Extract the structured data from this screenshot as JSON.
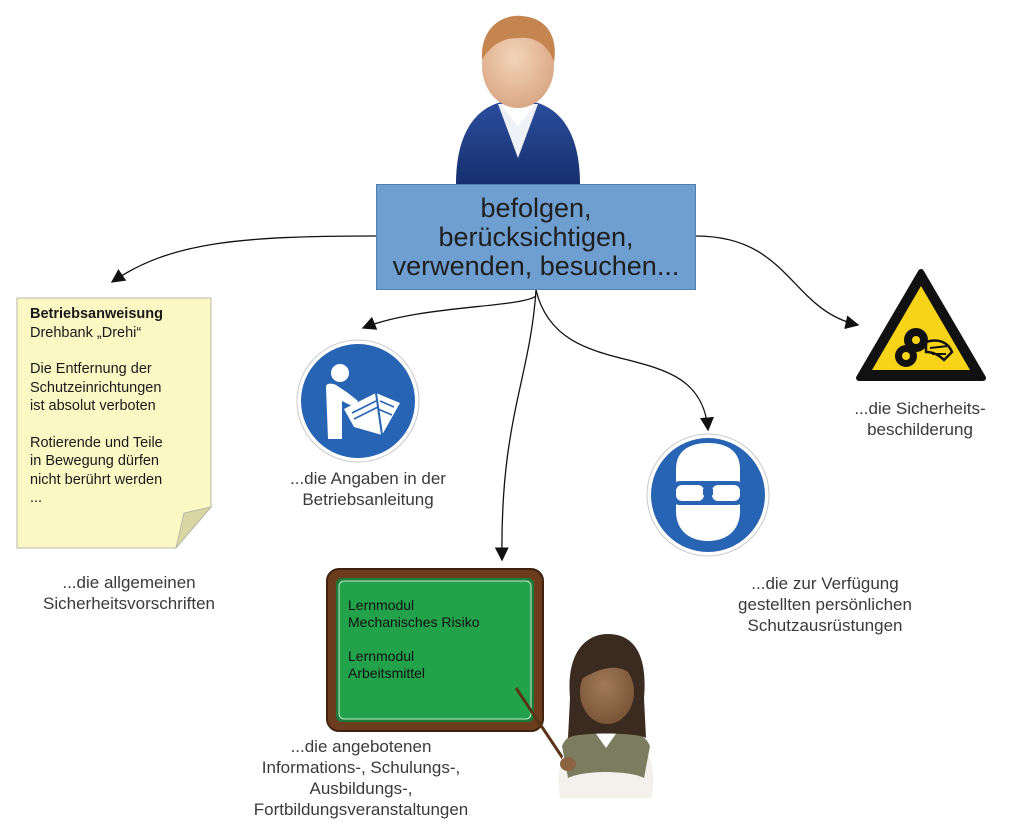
{
  "center_box": {
    "line1": "befolgen,",
    "line2": "berücksichtigen,",
    "line3": "verwenden, besuchen..."
  },
  "note": {
    "title": "Betriebsanweisung",
    "subtitle": "Drehbank „Drehi“",
    "para1": [
      "Die Entfernung der",
      "Schutzeinrichtungen",
      "ist absolut verboten"
    ],
    "para2": [
      "Rotierende und Teile",
      "in Bewegung dürfen",
      "nicht berührt werden"
    ],
    "ellipsis": "..."
  },
  "board": {
    "line1": "Lernmodul",
    "line2": "Mechanisches Risiko",
    "line3": "Lernmodul",
    "line4": "Arbeitsmittel"
  },
  "captions": {
    "rules": [
      "...die allgemeinen",
      "Sicherheitsvorschriften"
    ],
    "manual": [
      "...die Angaben in der",
      "Betriebsanleitung"
    ],
    "training": [
      "...die angebotenen",
      "Informations-, Schulungs-,",
      "Ausbildungs-,",
      "Fortbildungsveranstaltungen"
    ],
    "ppe": [
      "...die zur Verfügung",
      "gestellten persönlichen",
      "Schutzausrüstungen"
    ],
    "signage": [
      "...die Sicherheits-",
      "beschilderung"
    ]
  },
  "colors": {
    "box_fill": "#6f9fd0",
    "sign_blue": "#2764b3",
    "warning_yellow": "#f7d417",
    "board_green": "#22a24a",
    "board_frame": "#6b3d1e",
    "note_fill": "#fbf8c4"
  },
  "icons": [
    "person-icon",
    "read-manual-icon",
    "safety-goggles-icon",
    "crush-hazard-warning-icon",
    "teacher-icon"
  ]
}
